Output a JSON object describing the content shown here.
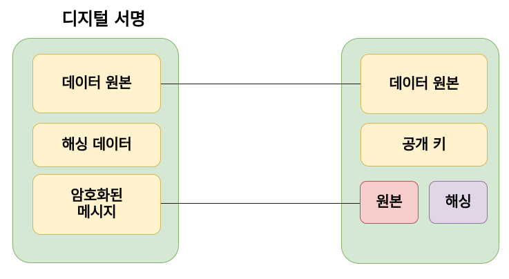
{
  "diagram": {
    "title": "디지털 서명",
    "left_panel": {
      "name": "signing-side",
      "nodes": [
        {
          "id": "data-source-left",
          "label": "데이터 원본",
          "color": "#fff2cc",
          "border": "#d6b656"
        },
        {
          "id": "hashed-data",
          "label": "해싱 데이터",
          "color": "#fff2cc",
          "border": "#d6b656"
        },
        {
          "id": "encrypted-message-line1",
          "label": "암호화된",
          "color": "#fff2cc",
          "border": "#d6b656"
        },
        {
          "id": "encrypted-message-line2",
          "label": "메시지",
          "color": "#fff2cc",
          "border": "#d6b656"
        }
      ]
    },
    "right_panel": {
      "name": "verifying-side",
      "nodes": [
        {
          "id": "data-source-right",
          "label": "데이터 원본",
          "color": "#fff2cc",
          "border": "#d6b656"
        },
        {
          "id": "public-key",
          "label": "공개 키",
          "color": "#fff2cc",
          "border": "#d6b656"
        },
        {
          "id": "original",
          "label": "원본",
          "color": "#f8cecc",
          "border": "#b85450"
        },
        {
          "id": "hashing",
          "label": "해싱",
          "color": "#e1d5e7",
          "border": "#9673a6"
        }
      ]
    },
    "connectors": [
      {
        "id": "connector-data-source",
        "from": "data-source-left",
        "to": "data-source-right",
        "color": "#1a1a1a"
      },
      {
        "id": "connector-encrypted",
        "from": "encrypted-message",
        "to": "original",
        "color": "#1a1a1a"
      }
    ],
    "colors": {
      "panel_fill": "#d5e8d4",
      "panel_border": "#82b366",
      "yellow_fill": "#fff2cc",
      "yellow_border": "#d6b656",
      "pink_fill": "#f8cecc",
      "pink_border": "#b85450",
      "purple_fill": "#e1d5e7",
      "purple_border": "#9673a6",
      "line": "#1a1a1a",
      "text": "#000000",
      "background": "#ffffff"
    }
  }
}
